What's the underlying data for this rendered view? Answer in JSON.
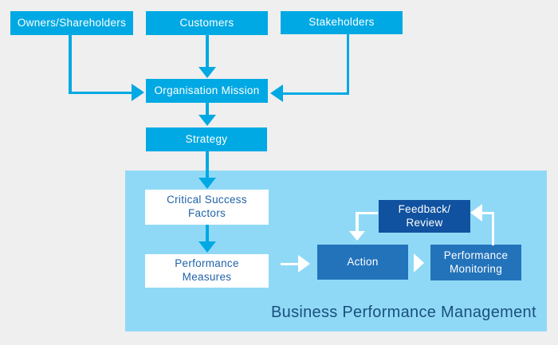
{
  "colors": {
    "background": "#efefef",
    "cyan": "#00a9e3",
    "panel_light_blue": "#90d9f6",
    "medium_blue": "#2373bb",
    "dark_blue": "#10529f",
    "white_box_text": "#2263a8",
    "title_text": "#19507e",
    "box_text": "#ffffff"
  },
  "nodes": {
    "owners": {
      "label": "Owners/Shareholders"
    },
    "customers": {
      "label": "Customers"
    },
    "stakeholders": {
      "label": "Stakeholders"
    },
    "mission": {
      "label": "Organisation Mission"
    },
    "strategy": {
      "label": "Strategy"
    },
    "csf": {
      "lines": [
        "Critical Success",
        "Factors"
      ]
    },
    "measures": {
      "lines": [
        "Performance",
        "Measures"
      ]
    },
    "action": {
      "label": "Action"
    },
    "monitoring": {
      "lines": [
        "Performance",
        "Monitoring"
      ]
    },
    "feedback": {
      "lines": [
        "Feedback/",
        "Review"
      ]
    }
  },
  "panel": {
    "title": "Business Performance Management"
  },
  "arrows": [
    "customers-to-mission",
    "owners-to-mission",
    "stakeholders-to-mission",
    "mission-to-strategy",
    "strategy-to-csf",
    "csf-to-measures",
    "measures-to-action",
    "action-to-monitoring",
    "feedback-to-action",
    "monitoring-to-feedback"
  ]
}
